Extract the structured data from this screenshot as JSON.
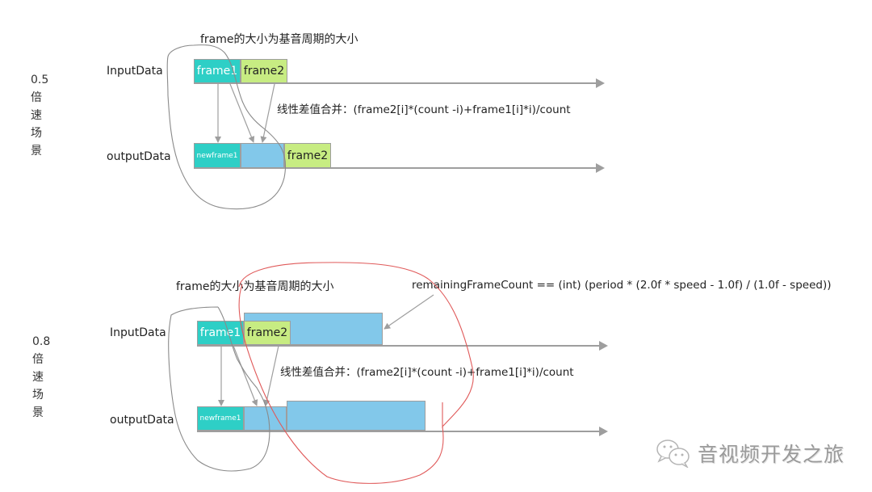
{
  "scenario_a": {
    "speed_label": [
      "0.5",
      "倍",
      "速",
      "场",
      "景"
    ],
    "note": "frame的大小为基音周期的大小",
    "input_label": "InputData",
    "output_label": "outputData",
    "input_blocks": [
      "frame1",
      "frame2"
    ],
    "output_blocks": [
      "newframe1",
      "",
      "frame2"
    ],
    "formula": "线性差值合并：(frame2[i]*(count -i)+frame1[i]*i)/count"
  },
  "scenario_b": {
    "speed_label": [
      "0.8",
      "倍",
      "速",
      "场",
      "景"
    ],
    "note": "frame的大小为基音周期的大小",
    "remaining_formula": "remainingFrameCount == (int) (period * (2.0f * speed - 1.0f) / (1.0f - speed))",
    "input_label": "InputData",
    "output_label": "outputData",
    "input_blocks": [
      "frame1",
      "frame2",
      ""
    ],
    "output_blocks": [
      "newframe1",
      "",
      ""
    ],
    "formula": "线性差值合并：(frame2[i]*(count -i)+frame1[i]*i)/count"
  },
  "watermark": {
    "icon": "wechat-icon",
    "text": "音视频开发之旅"
  },
  "colors": {
    "teal": "#2ecfc6",
    "green": "#c7ec82",
    "blue": "#82c8ea",
    "axis": "#9e9e9e",
    "red_annotation": "#e05a5a"
  }
}
